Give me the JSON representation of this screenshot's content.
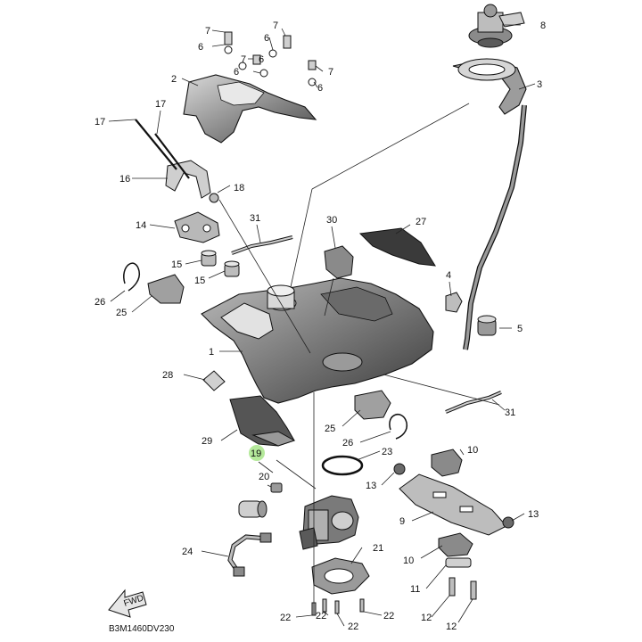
{
  "diagram": {
    "code": "B3M1460DV230",
    "fwd_label": "FWD",
    "highlight_color": "#a8e58a",
    "callouts": {
      "c1": "1",
      "c2": "2",
      "c3": "3",
      "c4": "4",
      "c5": "5",
      "c6a": "6",
      "c6b": "6",
      "c6c": "6",
      "c6d": "6",
      "c6e": "6",
      "c7a": "7",
      "c7b": "7",
      "c7c": "7",
      "c7d": "7",
      "c8": "8",
      "c9": "9",
      "c10a": "10",
      "c10b": "10",
      "c11": "11",
      "c12a": "12",
      "c12b": "12",
      "c13a": "13",
      "c13b": "13",
      "c14": "14",
      "c15a": "15",
      "c15b": "15",
      "c16": "16",
      "c17a": "17",
      "c17b": "17",
      "c18": "18",
      "c19": "19",
      "c20": "20",
      "c21": "21",
      "c22a": "22",
      "c22b": "22",
      "c22c": "22",
      "c22d": "22",
      "c23": "23",
      "c24": "24",
      "c25a": "25",
      "c25b": "25",
      "c26a": "26",
      "c26b": "26",
      "c27": "27",
      "c28": "28",
      "c29": "29",
      "c30": "30",
      "c31a": "31",
      "c31b": "31"
    }
  }
}
